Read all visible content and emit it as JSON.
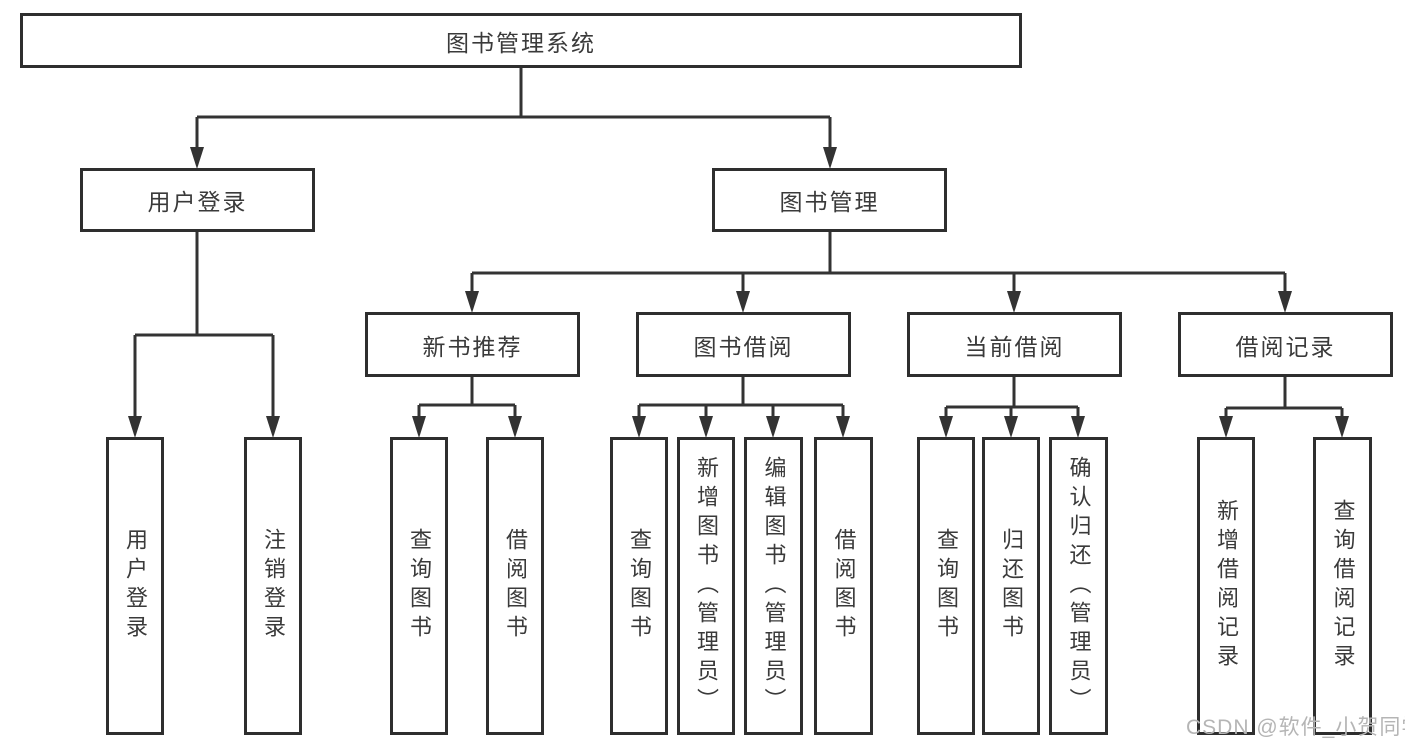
{
  "diagram": {
    "watermark": "CSDN @软件_小贺同学",
    "colors": {
      "line": "#333333",
      "box_border": "#2e2e2e",
      "text": "#3a3a3a",
      "watermark": "#b5b5b5",
      "background": "#ffffff"
    },
    "tree": {
      "label": "图书管理系统",
      "children": [
        {
          "label": "用户登录",
          "children": [
            {
              "label": "用户登录"
            },
            {
              "label": "注销登录"
            }
          ]
        },
        {
          "label": "图书管理",
          "children": [
            {
              "label": "新书推荐",
              "children": [
                {
                  "label": "查询图书"
                },
                {
                  "label": "借阅图书"
                }
              ]
            },
            {
              "label": "图书借阅",
              "children": [
                {
                  "label": "查询图书"
                },
                {
                  "label": "新增图书（管理员）"
                },
                {
                  "label": "编辑图书（管理员）"
                },
                {
                  "label": "借阅图书"
                }
              ]
            },
            {
              "label": "当前借阅",
              "children": [
                {
                  "label": "查询图书"
                },
                {
                  "label": "归还图书"
                },
                {
                  "label": "确认归还（管理员）"
                }
              ]
            },
            {
              "label": "借阅记录",
              "children": [
                {
                  "label": "新增借阅记录"
                },
                {
                  "label": "查询借阅记录"
                }
              ]
            }
          ]
        }
      ]
    }
  }
}
